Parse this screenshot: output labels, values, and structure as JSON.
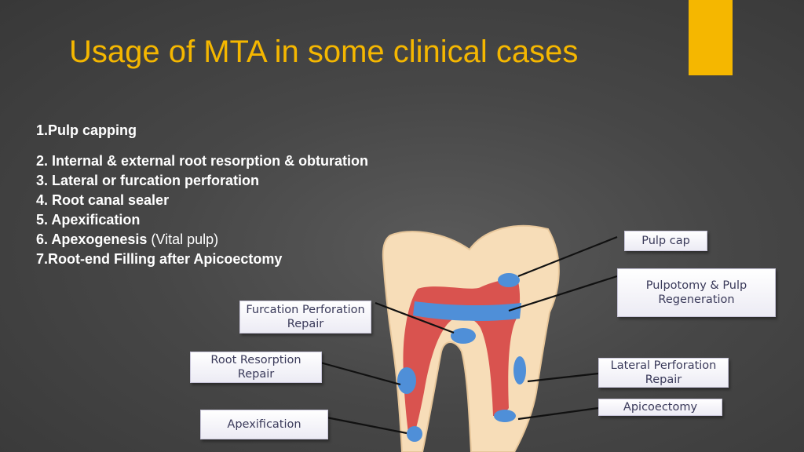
{
  "slide": {
    "title": "Usage of MTA in some clinical cases",
    "accent_color": "#f5b700"
  },
  "uses": [
    {
      "text": "1.Pulp capping"
    },
    {
      "text": "2. Internal & external root resorption & obturation"
    },
    {
      "text": "3. Lateral or furcation perforation"
    },
    {
      "text": "4. Root canal sealer"
    },
    {
      "text": "5. Apexification"
    },
    {
      "text": "6. Apexogenesis",
      "note": " (Vital pulp)"
    },
    {
      "text": "7.Root-end Filling after Apicoectomy"
    }
  ],
  "diagram": {
    "labels": {
      "pulp_cap": "Pulp cap",
      "pulpotomy": "Pulpotomy & Pulp Regeneration",
      "furcation": "Furcation Perforation Repair",
      "root_resorption": "Root Resorption Repair",
      "lateral_perforation": "Lateral Perforation Repair",
      "apicoectomy": "Apicoectomy",
      "apexification": "Apexification"
    },
    "colors": {
      "tooth": "#f7ddb8",
      "pulp": "#d9534f",
      "mta": "#4f8fd8"
    }
  }
}
